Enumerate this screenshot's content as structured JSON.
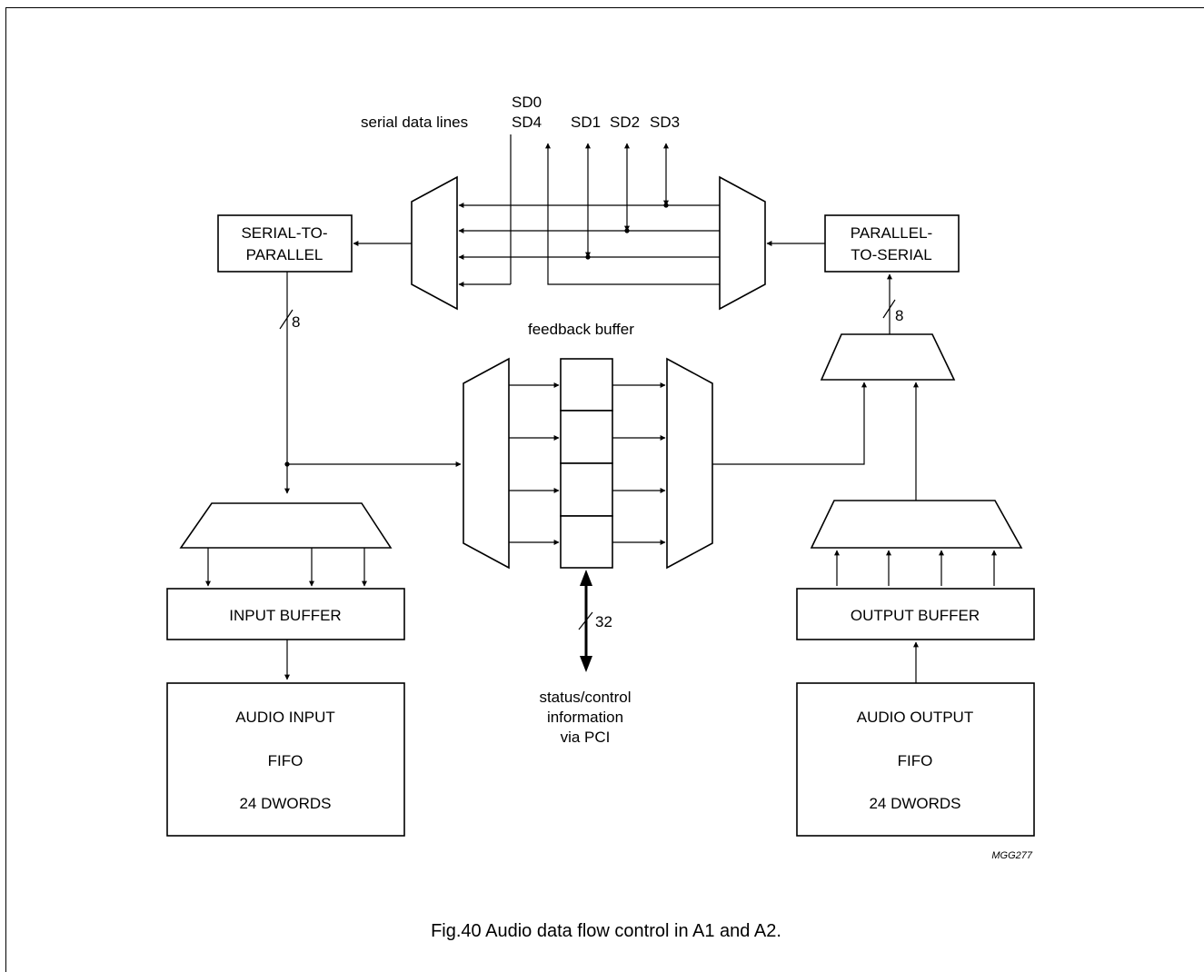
{
  "labels": {
    "serial_data_lines": "serial data lines",
    "sd0": "SD0",
    "sd4": "SD4",
    "sd1": "SD1",
    "sd2": "SD2",
    "sd3": "SD3",
    "serial_to_parallel_1": "SERIAL-TO-",
    "serial_to_parallel_2": "PARALLEL",
    "parallel_to_serial_1": "PARALLEL-",
    "parallel_to_serial_2": "TO-SERIAL",
    "bus_width_left": "8",
    "bus_width_right": "8",
    "feedback_buffer": "feedback buffer",
    "bus_width_pci": "32",
    "input_buffer": "INPUT BUFFER",
    "output_buffer": "OUTPUT BUFFER",
    "status_control_1": "status/control",
    "status_control_2": "information",
    "status_control_3": "via PCI",
    "audio_input_1": "AUDIO INPUT",
    "audio_input_2": "FIFO",
    "audio_input_3": "24 DWORDS",
    "audio_output_1": "AUDIO OUTPUT",
    "audio_output_2": "FIFO",
    "audio_output_3": "24 DWORDS",
    "figure_code": "MGG277",
    "caption": "Fig.40  Audio data flow control in A1 and A2."
  }
}
